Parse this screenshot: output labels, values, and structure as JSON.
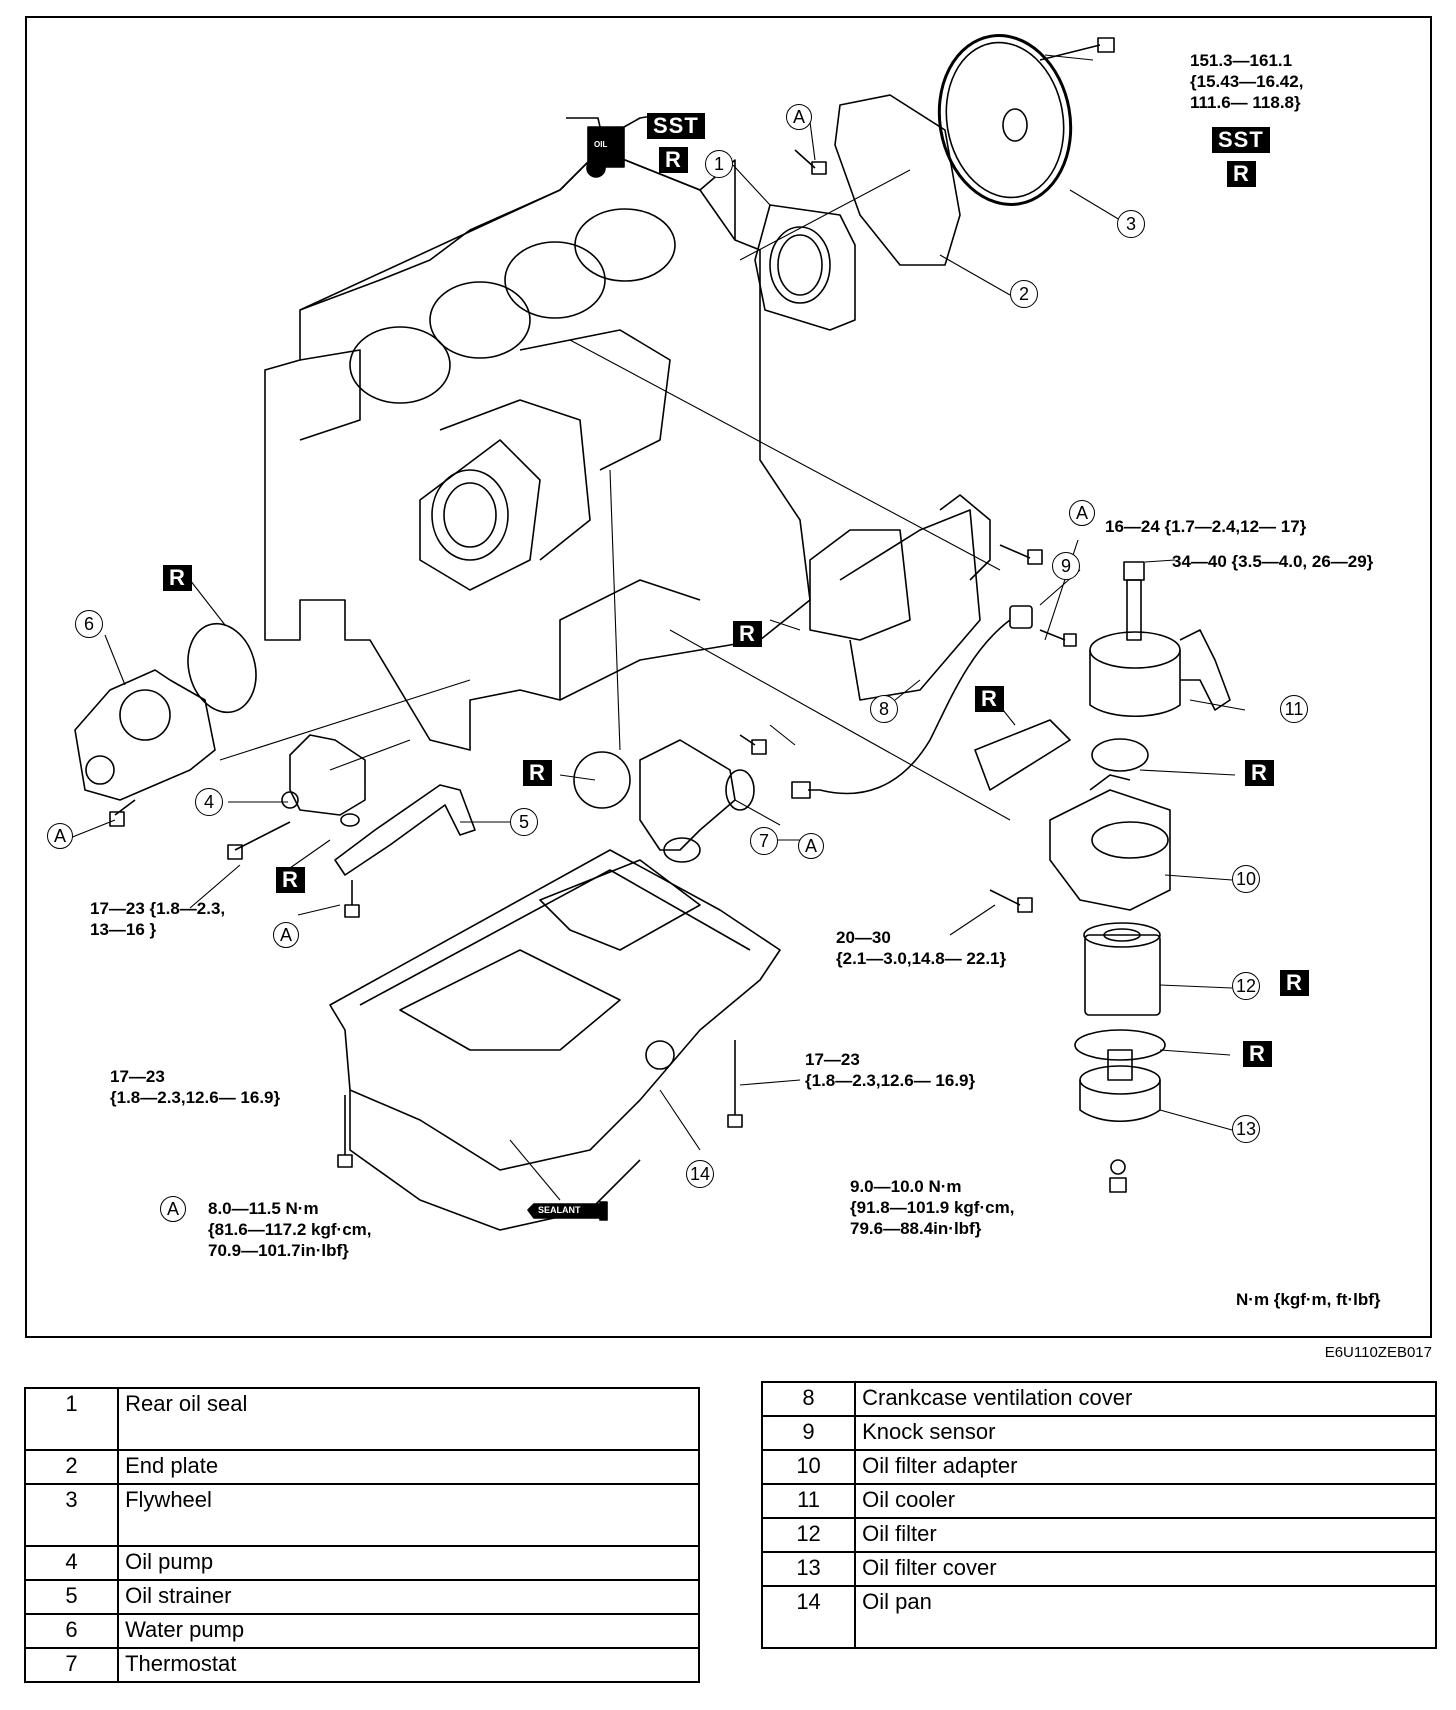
{
  "badges": {
    "sst": "SST",
    "r": "R",
    "sealant": "SEALANT",
    "oil": "OIL"
  },
  "torque": {
    "flywheel": "151.3—161.1\n{15.43—16.42,\n111.6— 118.8}",
    "knock": "16—24 {1.7—2.4,12— 17}",
    "cooler": "34—40 {3.5—4.0, 26—29}",
    "strainer": "17—23 {1.8—2.3,\n13—16 }",
    "adapter": "20—30\n{2.1—3.0,14.8— 22.1}",
    "pan_left": "17—23\n{1.8—2.3,12.6— 16.9}",
    "pan_right": "17—23\n{1.8—2.3,12.6— 16.9}",
    "a_value": "8.0—11.5 N·m\n{81.6—117.2 kgf·cm,\n70.9—101.7in·lbf}",
    "drain": "9.0—10.0 N·m\n{91.8—101.9 kgf·cm,\n79.6—88.4in·lbf}",
    "units": "N·m {kgf·m, ft·lbf}"
  },
  "marker_a": "A",
  "figure_code": "E6U110ZEB017",
  "callouts": [
    "1",
    "2",
    "3",
    "4",
    "5",
    "6",
    "7",
    "8",
    "9",
    "10",
    "11",
    "12",
    "13",
    "14"
  ],
  "parts_left": [
    {
      "n": "1",
      "name": "Rear oil seal"
    },
    {
      "n": "2",
      "name": "End plate"
    },
    {
      "n": "3",
      "name": "Flywheel"
    },
    {
      "n": "4",
      "name": "Oil pump"
    },
    {
      "n": "5",
      "name": "Oil strainer"
    },
    {
      "n": "6",
      "name": "Water pump"
    },
    {
      "n": "7",
      "name": "Thermostat"
    }
  ],
  "parts_right": [
    {
      "n": "8",
      "name": "Crankcase ventilation cover"
    },
    {
      "n": "9",
      "name": "Knock sensor"
    },
    {
      "n": "10",
      "name": "Oil filter adapter"
    },
    {
      "n": "11",
      "name": "Oil cooler"
    },
    {
      "n": "12",
      "name": "Oil filter"
    },
    {
      "n": "13",
      "name": "Oil filter cover"
    },
    {
      "n": "14",
      "name": "Oil pan"
    }
  ]
}
